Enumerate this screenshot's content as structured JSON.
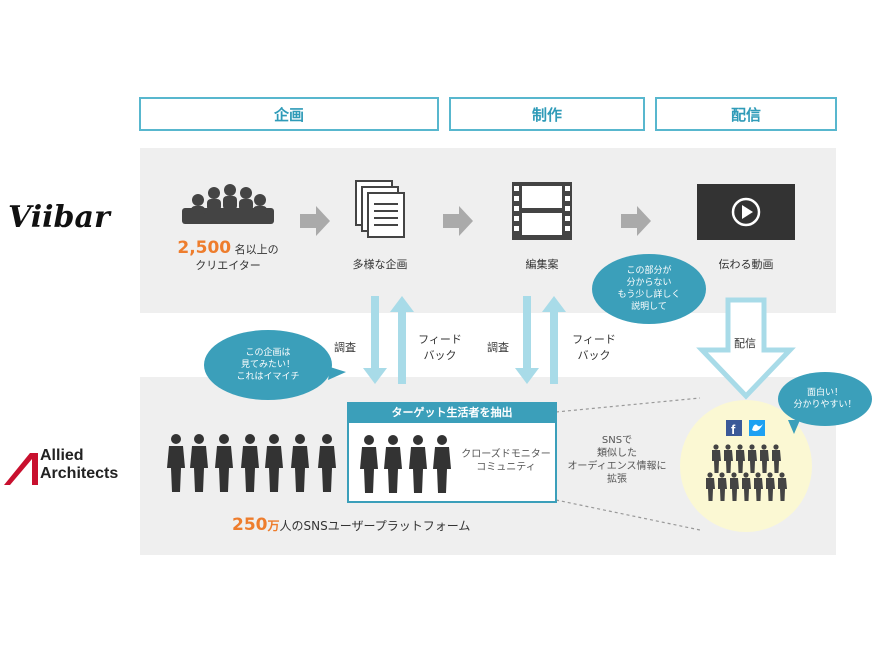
{
  "phases": {
    "plan": "企画",
    "production": "制作",
    "delivery": "配信"
  },
  "logos": {
    "viibar": "Viibar",
    "allied_line1": "Allied",
    "allied_line2": "Architects"
  },
  "top_row": {
    "creators_count": "2,500",
    "creators_suffix": "名以上の",
    "creators_label2": "クリエイター",
    "plans_label": "多様な企画",
    "edit_label": "編集案",
    "video_label": "伝わる動画"
  },
  "arrows": {
    "survey1": "調査",
    "feedback1_line1": "フィード",
    "feedback1_line2": "バック",
    "survey2": "調査",
    "feedback2_line1": "フィード",
    "feedback2_line2": "バック",
    "delivery": "配信"
  },
  "bubbles": {
    "plan_line1": "この企画は",
    "plan_line2": "見てみたい！",
    "plan_line3": "これはイマイチ",
    "part_line1": "この部分が",
    "part_line2": "分からない",
    "part_line3": "もう少し詳しく",
    "part_line4": "説明して",
    "fun_line1": "面白い！",
    "fun_line2": "分かりやすい！"
  },
  "bottom": {
    "target_title": "ターゲット生活者を抽出",
    "closed_line1": "クローズドモニター",
    "closed_line2": "コミュニティ",
    "sns_line1": "SNSで",
    "sns_line2": "類似した",
    "sns_line3": "オーディエンス情報に",
    "sns_line4": "拡張",
    "users_count": "250",
    "users_unit": "万",
    "users_suffix": "人のSNSユーザープラットフォーム"
  },
  "colors": {
    "accent": "#3b9fba",
    "orange": "#ee7d2d",
    "gray_band": "#efefef",
    "facebook": "#3b5998",
    "twitter": "#1da1f2"
  }
}
